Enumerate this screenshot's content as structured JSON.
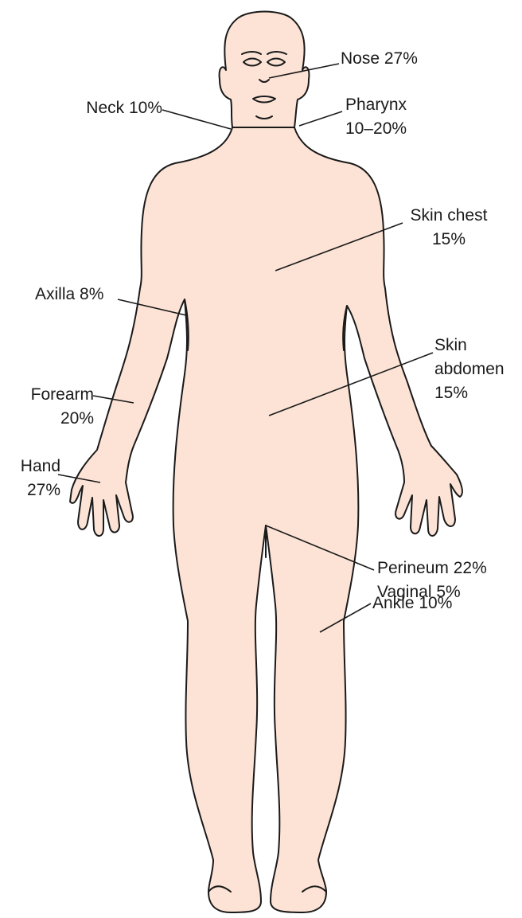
{
  "figure": {
    "skin_color": "#fce3d6",
    "line_color": "#1a1a1a"
  },
  "sites": [
    {
      "id": "nose",
      "lines": [
        "Nose 27%"
      ]
    },
    {
      "id": "neck",
      "lines": [
        "Neck 10%"
      ]
    },
    {
      "id": "pharynx",
      "lines": [
        "Pharynx",
        "10–20%"
      ]
    },
    {
      "id": "skin-chest",
      "lines": [
        "Skin chest",
        "15%"
      ]
    },
    {
      "id": "axilla",
      "lines": [
        "Axilla 8%"
      ]
    },
    {
      "id": "skin-abdomen",
      "lines": [
        "Skin",
        "abdomen",
        "15%"
      ]
    },
    {
      "id": "forearm",
      "lines": [
        "Forearm",
        "20%"
      ]
    },
    {
      "id": "hand",
      "lines": [
        "Hand",
        "27%"
      ]
    },
    {
      "id": "perineum",
      "lines": [
        "Perineum 22%",
        "Vaginal 5%"
      ]
    },
    {
      "id": "ankle",
      "lines": [
        "Ankle 10%"
      ]
    }
  ]
}
